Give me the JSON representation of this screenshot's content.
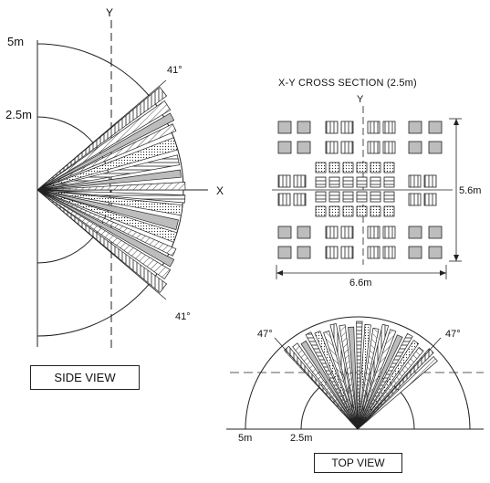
{
  "side_view": {
    "label": "SIDE VIEW",
    "radius_outer": "5m",
    "radius_inner": "2.5m",
    "axis_x": "X",
    "axis_y": "Y",
    "angle_top": "41°",
    "angle_bottom": "41°"
  },
  "cross_section": {
    "title": "X-Y CROSS SECTION (2.5m)",
    "axis_y": "Y",
    "height": "5.6m",
    "width": "6.6m"
  },
  "top_view": {
    "label": "TOP VIEW",
    "radius_outer": "5m",
    "radius_inner": "2.5m",
    "angle_left": "47°",
    "angle_right": "47°"
  },
  "colors": {
    "line": "#222222",
    "fill_gray": "#bdbdbd",
    "background": "#ffffff"
  }
}
